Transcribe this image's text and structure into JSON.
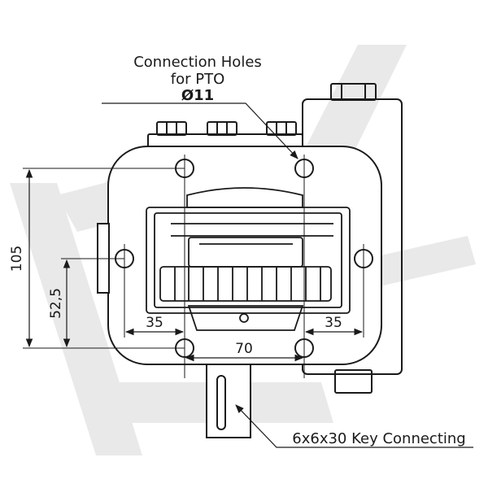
{
  "callouts": {
    "holes_line1": "Connection Holes",
    "holes_line2": "for PTO",
    "hole_diameter": "Ø11",
    "key": "6x6x30 Key Connecting"
  },
  "dimensions": {
    "overall_height": "105",
    "half_height": "52,5",
    "left_offset": "35",
    "right_offset": "35",
    "hole_spacing": "70"
  },
  "colors": {
    "line": "#1a1a1a",
    "watermark": "#e6e6e6"
  }
}
